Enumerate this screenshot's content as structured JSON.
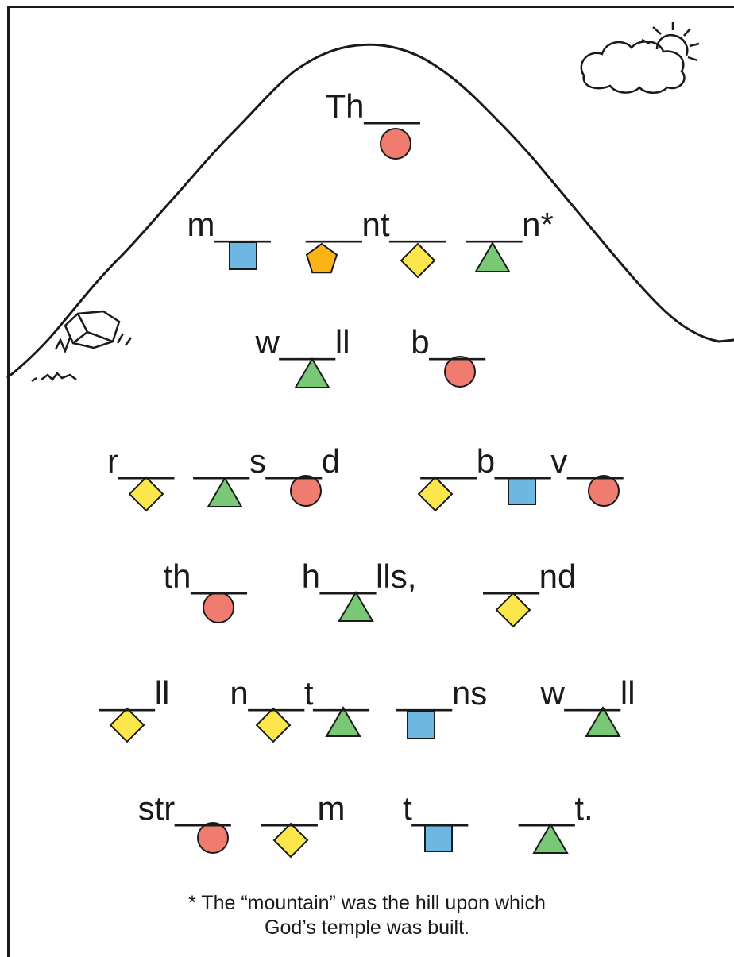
{
  "colors": {
    "circle": "#f07b6f",
    "square": "#6fb7e3",
    "pentagon": "#fbb315",
    "diamond": "#fbe64c",
    "triangle": "#79c876",
    "ink": "#1a1a1a"
  },
  "icons": [
    "hill-line",
    "rock-icon",
    "cloud-icon",
    "sun-icon"
  ],
  "lines": [
    {
      "segments": [
        "Th___"
      ],
      "symbols": [
        "circle"
      ]
    },
    {
      "segments": [
        "m___",
        "___nt___",
        "___n*"
      ],
      "symbols": [
        "square",
        "pentagon",
        "diamond",
        "triangle"
      ]
    },
    {
      "segments": [
        "w___ll",
        "b___"
      ],
      "symbols": [
        "triangle",
        "circle"
      ]
    },
    {
      "segments": [
        "r___",
        "___s___d",
        "___b___v___"
      ],
      "symbols": [
        "diamond",
        "triangle",
        "circle",
        "diamond",
        "square",
        "circle"
      ]
    },
    {
      "segments": [
        "th___",
        "h___lls,",
        "___nd"
      ],
      "symbols": [
        "circle",
        "triangle",
        "diamond"
      ]
    },
    {
      "segments": [
        "___ll",
        "n___t___",
        "___ns",
        "w___ll"
      ],
      "symbols": [
        "diamond",
        "diamond",
        "triangle",
        "square",
        "triangle"
      ]
    },
    {
      "segments": [
        "str___",
        "___m",
        "t___",
        "___t."
      ],
      "symbols": [
        "circle",
        "diamond",
        "square",
        "triangle"
      ]
    }
  ],
  "footnote": {
    "line1": "* The “mountain” was the hill upon which",
    "line2": "God’s temple was built."
  }
}
